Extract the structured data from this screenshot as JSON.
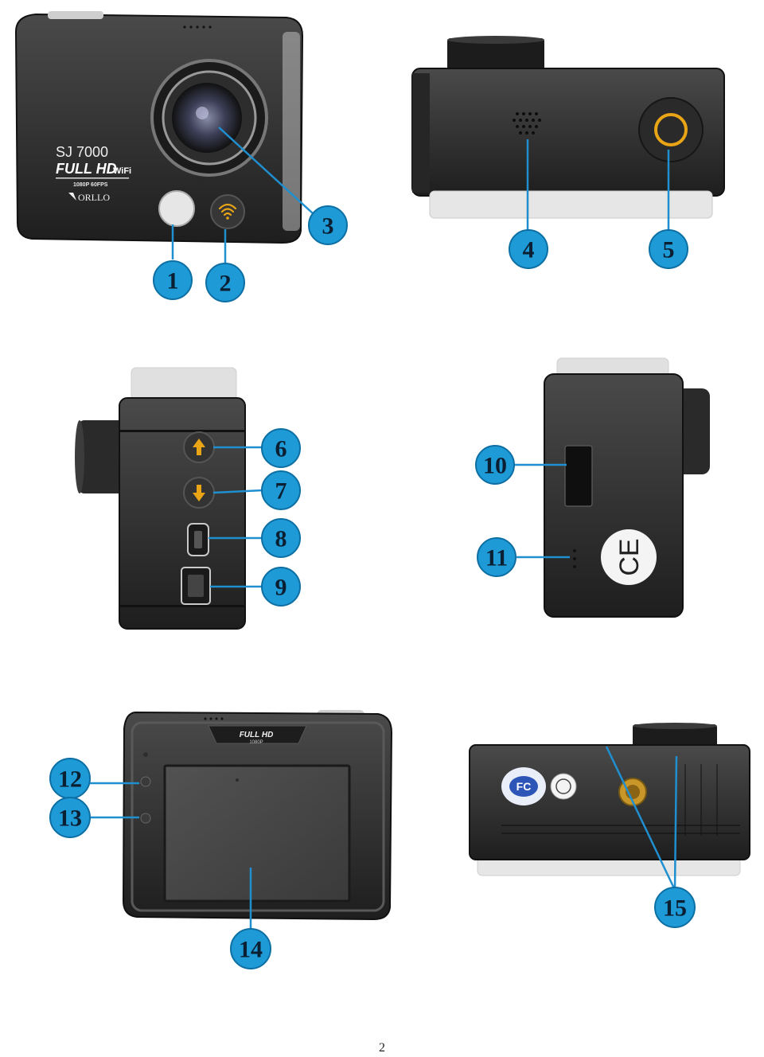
{
  "page_number": "2",
  "camera_front": {
    "model": "SJ 7000",
    "full_hd": "FULL HD",
    "wifi": "WiFi",
    "spec": "1080P 60FPS",
    "brand": "ORLLO"
  },
  "camera_back": {
    "badge_line1": "FULL HD",
    "badge_line2": "1080P"
  },
  "callouts": [
    "1",
    "2",
    "3",
    "4",
    "5",
    "6",
    "7",
    "8",
    "9",
    "10",
    "11",
    "12",
    "13",
    "14",
    "15"
  ],
  "colors": {
    "callout": "#1e9ad6",
    "camera_body": "#2b2b2b",
    "button_accent": "#e9a516"
  }
}
